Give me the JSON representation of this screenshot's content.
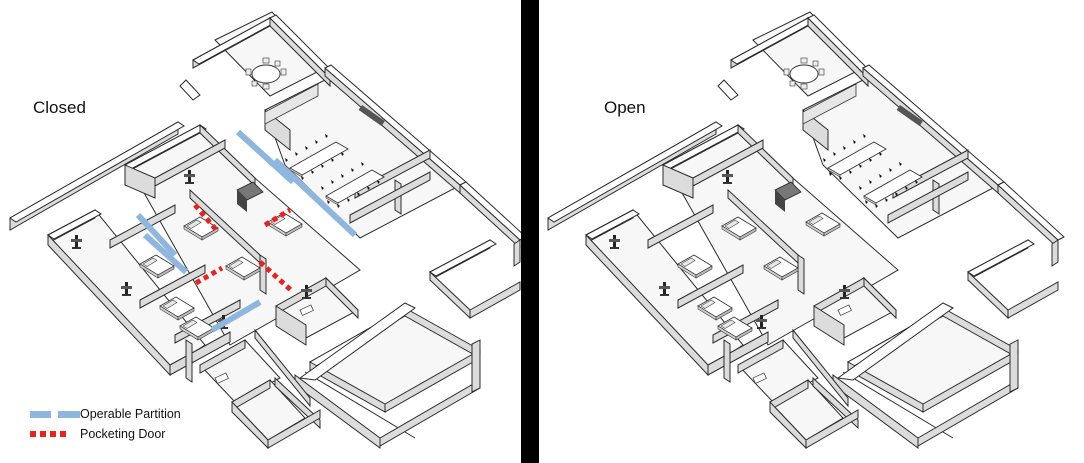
{
  "states": {
    "closed_label": "Closed",
    "open_label": "Open"
  },
  "legend": {
    "partition_label": "Operable Partition",
    "door_label": "Pocketing Door"
  },
  "colors": {
    "partition": "#8fb7dd",
    "door": "#e8231f",
    "divider": "#000000",
    "wall_top": "#ffffff",
    "wall_side": "#dcdcdc",
    "wall_stroke": "#2b2b2b",
    "floor": "#f7f7f7"
  }
}
